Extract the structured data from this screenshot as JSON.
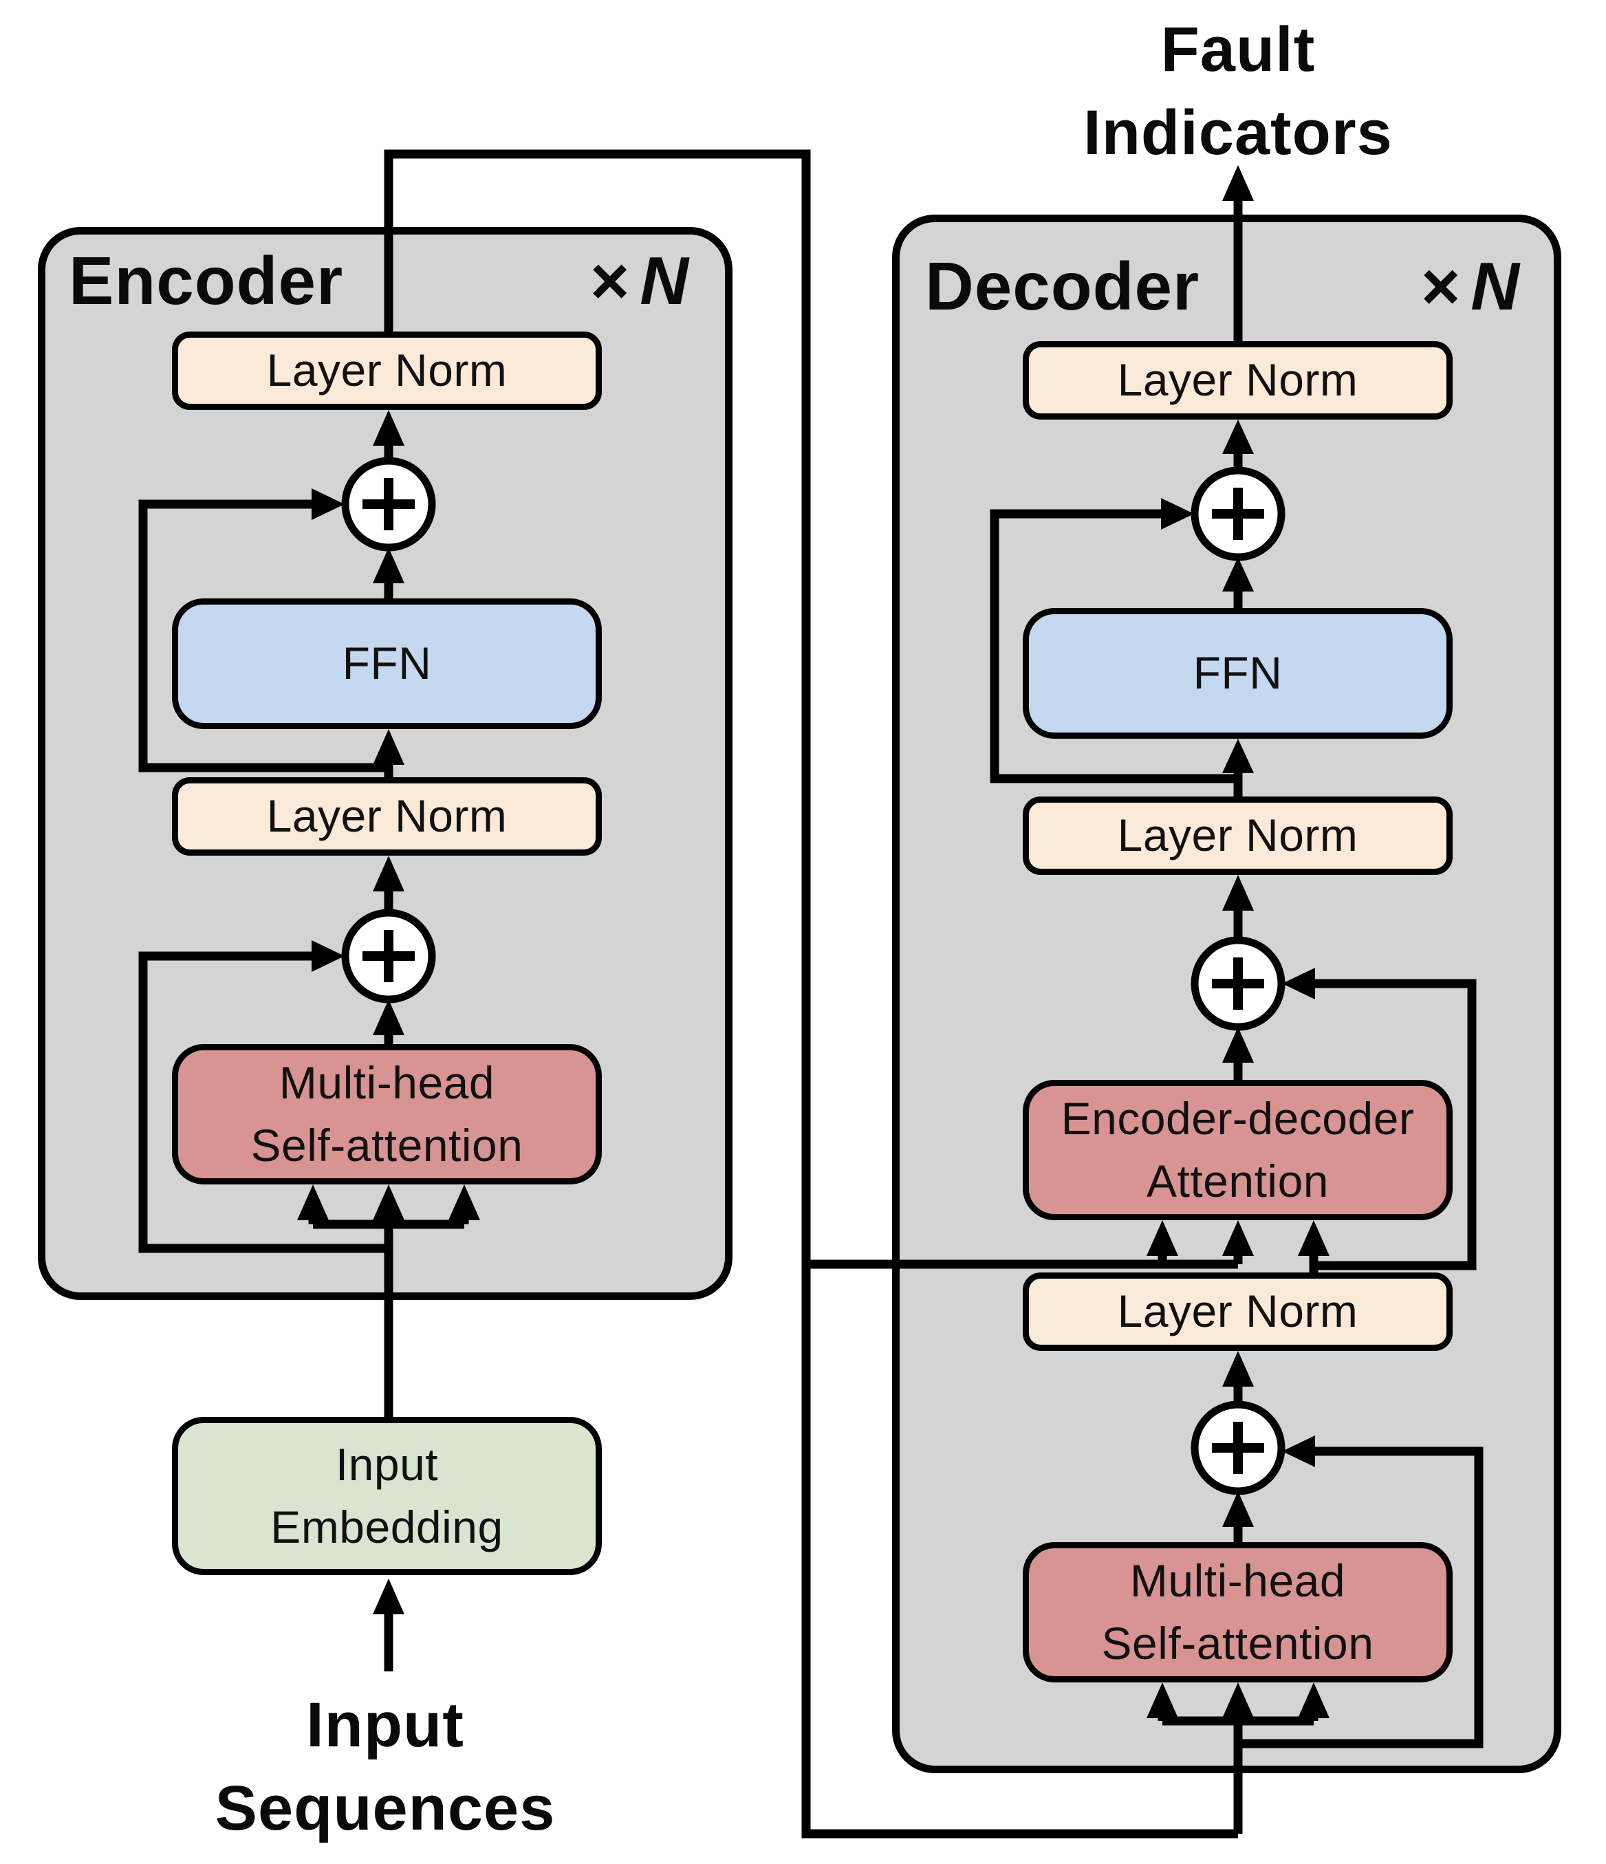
{
  "output_label": {
    "line1": "Fault",
    "line2": "Indicators"
  },
  "encoder": {
    "title": "Encoder",
    "multiplier_sign": "×",
    "multiplier_n": "N",
    "layer_norm_top": "Layer Norm",
    "ffn": "FFN",
    "layer_norm_mid": "Layer Norm",
    "self_attention_line1": "Multi-head",
    "self_attention_line2": "Self-attention"
  },
  "decoder": {
    "title": "Decoder",
    "multiplier_sign": "×",
    "multiplier_n": "N",
    "layer_norm_top": "Layer Norm",
    "ffn": "FFN",
    "layer_norm_mid": "Layer Norm",
    "cross_attention_line1": "Encoder-decoder",
    "cross_attention_line2": "Attention",
    "layer_norm_low": "Layer Norm",
    "self_attention_line1": "Multi-head",
    "self_attention_line2": "Self-attention"
  },
  "input_embedding": {
    "line1": "Input",
    "line2": "Embedding"
  },
  "input_label": {
    "line1": "Input",
    "line2": "Sequences"
  },
  "colors": {
    "page": "#ffffff",
    "container": "#d4d4d4",
    "layernorm": "#fcead9",
    "ffn": "#c4d9f0",
    "attention": "#d79492",
    "embedding": "#d9e5d1",
    "line": "#000000"
  }
}
